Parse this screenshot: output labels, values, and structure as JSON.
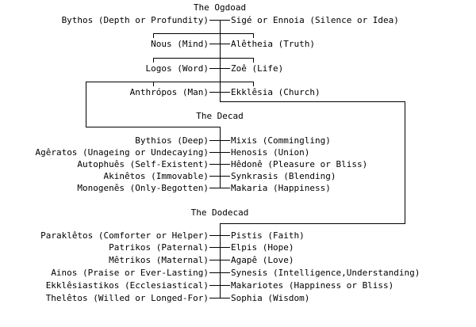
{
  "ogdoad": {
    "heading": "The Ogdoad",
    "pairs": [
      {
        "left": "Bythos (Depth or Profundity)",
        "right": "Sigé or Ennoia (Silence or Idea)"
      },
      {
        "left": "Nous (Mind)",
        "right": "Alêtheia (Truth)"
      },
      {
        "left": "Logos (Word)",
        "right": "Zoê (Life)"
      },
      {
        "left": "Anthrópos (Man)",
        "right": "Ekklêsia (Church)"
      }
    ]
  },
  "decad": {
    "heading": "The Decad",
    "pairs": [
      {
        "left": "Bythios (Deep)",
        "right": "Mixis (Commingling)"
      },
      {
        "left": "Agêratos (Unageing or Undecaying)",
        "right": "Henosis (Union)"
      },
      {
        "left": "Autophuês (Self-Existent)",
        "right": "Hêdonê (Pleasure or Bliss)"
      },
      {
        "left": "Akinêtos (Immovable)",
        "right": "Synkrasis (Blending)"
      },
      {
        "left": "Monogenês (Only-Begotten)",
        "right": "Makaria (Happiness)"
      }
    ]
  },
  "dodecad": {
    "heading": "The Dodecad",
    "pairs": [
      {
        "left": "Paraklêtos (Comforter or Helper)",
        "right": "Pistis (Faith)"
      },
      {
        "left": "Patrikos (Paternal)",
        "right": "Elpis (Hope)"
      },
      {
        "left": "Mêtrikos (Maternal)",
        "right": "Agapê (Love)"
      },
      {
        "left": "Ainos (Praise or Ever-Lasting)",
        "right": "Synesis (Intelligence,Understanding)"
      },
      {
        "left": "Ekklêsiastikos (Ecclesiastical)",
        "right": "Makariotes (Happiness or Bliss)"
      },
      {
        "left": "Thelêtos (Willed or Longed-For)",
        "right": "Sophia (Wisdom)"
      }
    ]
  }
}
